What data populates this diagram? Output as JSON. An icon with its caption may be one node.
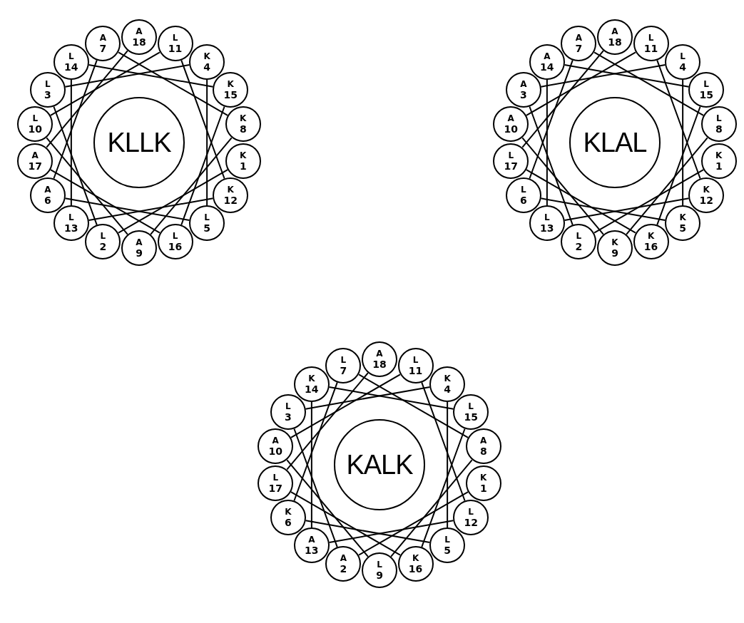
{
  "diagram": {
    "nodes": [
      {
        "text": [
          "KLLK"
        ]
      },
      {
        "text": [
          "A",
          "18"
        ]
      },
      {
        "text": [
          "L",
          "11"
        ]
      },
      {
        "text": [
          "K",
          "4"
        ]
      },
      {
        "text": [
          "K",
          "15"
        ]
      },
      {
        "text": [
          "K",
          "8"
        ]
      },
      {
        "text": [
          "K",
          "1"
        ]
      },
      {
        "text": [
          "K",
          "12"
        ]
      },
      {
        "text": [
          "L",
          "5"
        ]
      },
      {
        "text": [
          "L",
          "16"
        ]
      },
      {
        "text": [
          "A",
          "9"
        ]
      },
      {
        "text": [
          "L",
          "2"
        ]
      },
      {
        "text": [
          "L",
          "13"
        ]
      },
      {
        "text": [
          "A",
          "6"
        ]
      },
      {
        "text": [
          "A",
          "17"
        ]
      },
      {
        "text": [
          "L",
          "10"
        ]
      },
      {
        "text": [
          "L",
          "3"
        ]
      },
      {
        "text": [
          "L",
          "14"
        ]
      },
      {
        "text": [
          "A",
          "7"
        ]
      },
      {
        "text": [
          "KLAL"
        ]
      },
      {
        "text": [
          "A",
          "18"
        ]
      },
      {
        "text": [
          "L",
          "11"
        ]
      },
      {
        "text": [
          "L",
          "4"
        ]
      },
      {
        "text": [
          "L",
          "15"
        ]
      },
      {
        "text": [
          "L",
          "8"
        ]
      },
      {
        "text": [
          "K",
          "1"
        ]
      },
      {
        "text": [
          "K",
          "12"
        ]
      },
      {
        "text": [
          "K",
          "5"
        ]
      },
      {
        "text": [
          "K",
          "16"
        ]
      },
      {
        "text": [
          "K",
          "9"
        ]
      },
      {
        "text": [
          "L",
          "2"
        ]
      },
      {
        "text": [
          "L",
          "13"
        ]
      },
      {
        "text": [
          "L",
          "6"
        ]
      },
      {
        "text": [
          "L",
          "17"
        ]
      },
      {
        "text": [
          "A",
          "10"
        ]
      },
      {
        "text": [
          "A",
          "3"
        ]
      },
      {
        "text": [
          "A",
          "14"
        ]
      },
      {
        "text": [
          "A",
          "7"
        ]
      },
      {
        "text": [
          "KALK"
        ]
      },
      {
        "text": [
          "A",
          "18"
        ]
      },
      {
        "text": [
          "L",
          "11"
        ]
      },
      {
        "text": [
          "K",
          "4"
        ]
      },
      {
        "text": [
          "L",
          "15"
        ]
      },
      {
        "text": [
          "A",
          "8"
        ]
      },
      {
        "text": [
          "K",
          "1"
        ]
      },
      {
        "text": [
          "L",
          "12"
        ]
      },
      {
        "text": [
          "L",
          "5"
        ]
      },
      {
        "text": [
          "K",
          "16"
        ]
      },
      {
        "text": [
          "L",
          "9"
        ]
      },
      {
        "text": [
          "A",
          "2"
        ]
      },
      {
        "text": [
          "A",
          "13"
        ]
      },
      {
        "text": [
          "K",
          "6"
        ]
      },
      {
        "text": [
          "L",
          "17"
        ]
      },
      {
        "text": [
          "A",
          "10"
        ]
      },
      {
        "text": [
          "L",
          "3"
        ]
      },
      {
        "text": [
          "K",
          "14"
        ]
      },
      {
        "text": [
          "L",
          "7"
        ]
      }
    ],
    "edges": [
      {
        "from": 6,
        "to": 11,
        "arrow": "none"
      },
      {
        "from": 11,
        "to": 16,
        "arrow": "none"
      },
      {
        "from": 16,
        "to": 3,
        "arrow": "none"
      },
      {
        "from": 3,
        "to": 8,
        "arrow": "none"
      },
      {
        "from": 8,
        "to": 13,
        "arrow": "none"
      },
      {
        "from": 13,
        "to": 18,
        "arrow": "none"
      },
      {
        "from": 18,
        "to": 5,
        "arrow": "none"
      },
      {
        "from": 5,
        "to": 10,
        "arrow": "none"
      },
      {
        "from": 10,
        "to": 15,
        "arrow": "none"
      },
      {
        "from": 15,
        "to": 2,
        "arrow": "none"
      },
      {
        "from": 2,
        "to": 7,
        "arrow": "none"
      },
      {
        "from": 7,
        "to": 12,
        "arrow": "none"
      },
      {
        "from": 12,
        "to": 17,
        "arrow": "none"
      },
      {
        "from": 17,
        "to": 4,
        "arrow": "none"
      },
      {
        "from": 4,
        "to": 9,
        "arrow": "none"
      },
      {
        "from": 9,
        "to": 14,
        "arrow": "none"
      },
      {
        "from": 14,
        "to": 1,
        "arrow": "none"
      },
      {
        "from": 25,
        "to": 30,
        "arrow": "none"
      },
      {
        "from": 30,
        "to": 35,
        "arrow": "none"
      },
      {
        "from": 35,
        "to": 22,
        "arrow": "none"
      },
      {
        "from": 22,
        "to": 27,
        "arrow": "none"
      },
      {
        "from": 27,
        "to": 32,
        "arrow": "none"
      },
      {
        "from": 32,
        "to": 37,
        "arrow": "none"
      },
      {
        "from": 37,
        "to": 24,
        "arrow": "none"
      },
      {
        "from": 24,
        "to": 29,
        "arrow": "none"
      },
      {
        "from": 29,
        "to": 34,
        "arrow": "none"
      },
      {
        "from": 34,
        "to": 21,
        "arrow": "none"
      },
      {
        "from": 21,
        "to": 26,
        "arrow": "none"
      },
      {
        "from": 26,
        "to": 31,
        "arrow": "none"
      },
      {
        "from": 31,
        "to": 36,
        "arrow": "none"
      },
      {
        "from": 36,
        "to": 23,
        "arrow": "none"
      },
      {
        "from": 23,
        "to": 28,
        "arrow": "none"
      },
      {
        "from": 28,
        "to": 33,
        "arrow": "none"
      },
      {
        "from": 33,
        "to": 20,
        "arrow": "none"
      },
      {
        "from": 44,
        "to": 49,
        "arrow": "none"
      },
      {
        "from": 49,
        "to": 54,
        "arrow": "none"
      },
      {
        "from": 54,
        "to": 41,
        "arrow": "none"
      },
      {
        "from": 41,
        "to": 46,
        "arrow": "none"
      },
      {
        "from": 46,
        "to": 51,
        "arrow": "none"
      },
      {
        "from": 51,
        "to": 56,
        "arrow": "none"
      },
      {
        "from": 56,
        "to": 43,
        "arrow": "none"
      },
      {
        "from": 43,
        "to": 48,
        "arrow": "none"
      },
      {
        "from": 48,
        "to": 53,
        "arrow": "none"
      },
      {
        "from": 53,
        "to": 40,
        "arrow": "none"
      },
      {
        "from": 40,
        "to": 45,
        "arrow": "none"
      },
      {
        "from": 45,
        "to": 50,
        "arrow": "none"
      },
      {
        "from": 50,
        "to": 55,
        "arrow": "none"
      },
      {
        "from": 55,
        "to": 42,
        "arrow": "none"
      },
      {
        "from": 42,
        "to": 47,
        "arrow": "none"
      },
      {
        "from": 47,
        "to": 52,
        "arrow": "none"
      },
      {
        "from": 52,
        "to": 39,
        "arrow": "none"
      }
    ]
  }
}
